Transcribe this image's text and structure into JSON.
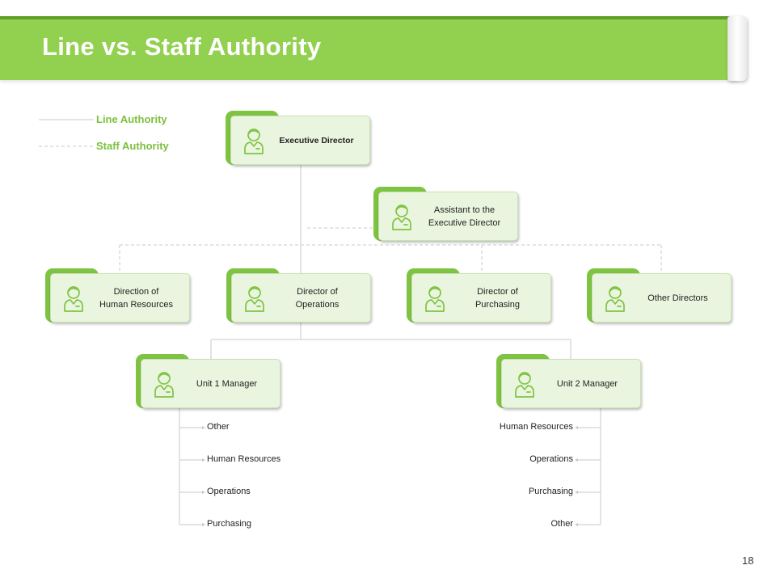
{
  "header": {
    "title": "Line vs. Staff Authority"
  },
  "legend": {
    "line": "Line Authority",
    "staff": "Staff Authority"
  },
  "nodes": {
    "executive_director": "Executive Director",
    "assistant": "Assistant  to the\nExecutive Director",
    "hr_director": "Direction of\nHuman Resources",
    "operations_director": "Director of\nOperations",
    "purchasing_director": "Director of\nPurchasing",
    "other_directors": "Other Directors",
    "unit1_manager": "Unit 1 Manager",
    "unit2_manager": "Unit 2 Manager"
  },
  "unit1_items": [
    "Other",
    "Human Resources",
    "Operations",
    "Purchasing"
  ],
  "unit2_items": [
    "Human Resources",
    "Operations",
    "Purchasing",
    "Other"
  ],
  "icon": "person-icon",
  "colors": {
    "accent": "#92d050",
    "tab": "#7fc343",
    "box_fill": "#eaf5df",
    "legend_text": "#7cc03c"
  },
  "page_number": "18"
}
